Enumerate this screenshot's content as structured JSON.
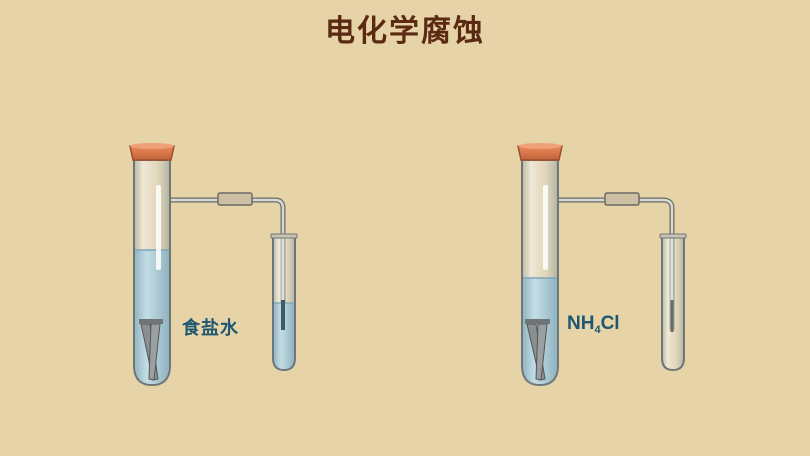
{
  "title": "电化学腐蚀",
  "experiments": [
    {
      "solution_label": "食盐水"
    },
    {
      "solution_label_main": "NH",
      "solution_label_sub": "4",
      "solution_label_tail": "Cl"
    }
  ],
  "colors": {
    "background": "#e6d3a8",
    "title": "#5a2a12",
    "label": "#1f5670",
    "liquid": "#a9cbd7",
    "stopper": "#d8794a"
  },
  "icons": [
    "test-tube",
    "stopper",
    "iron-nail",
    "connecting-tube"
  ]
}
